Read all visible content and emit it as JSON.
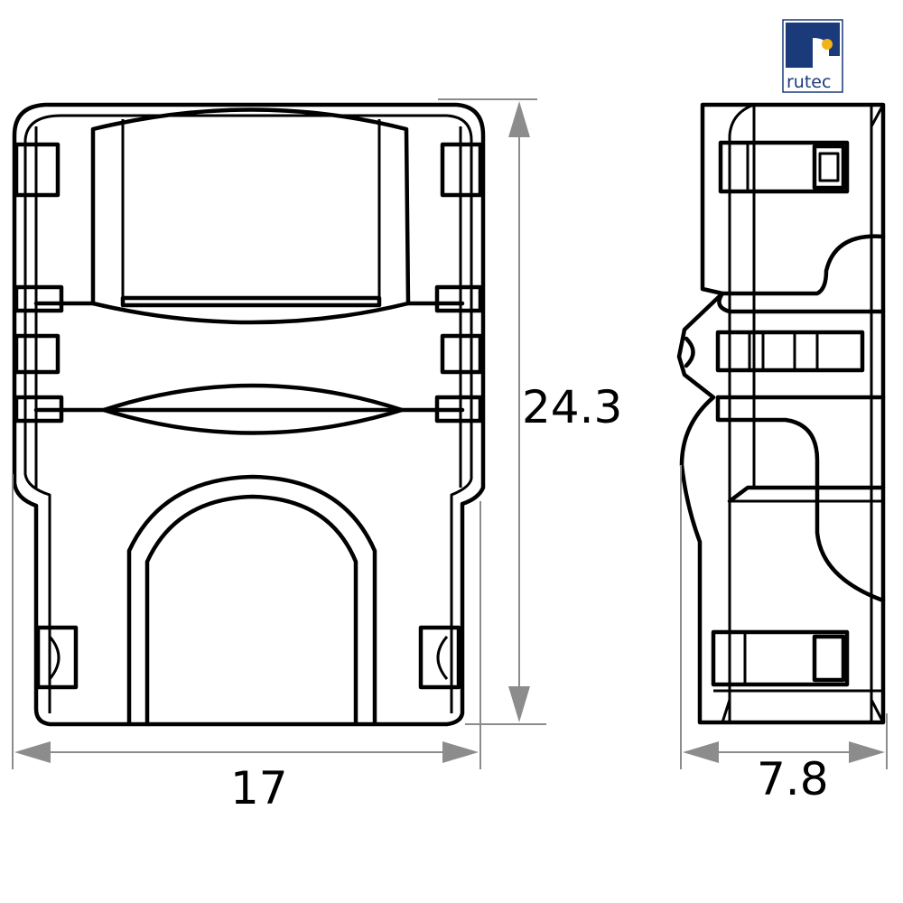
{
  "logo": {
    "text": "rutec",
    "colors": {
      "brand": "#1a3a7a",
      "accent": "#f2b21a",
      "frame": "#1a3a7a"
    }
  },
  "dimensions": {
    "width": "17",
    "height": "24.3",
    "depth": "7.8"
  },
  "colors": {
    "outline": "#000000",
    "dimension_line": "#8c8c8c"
  }
}
